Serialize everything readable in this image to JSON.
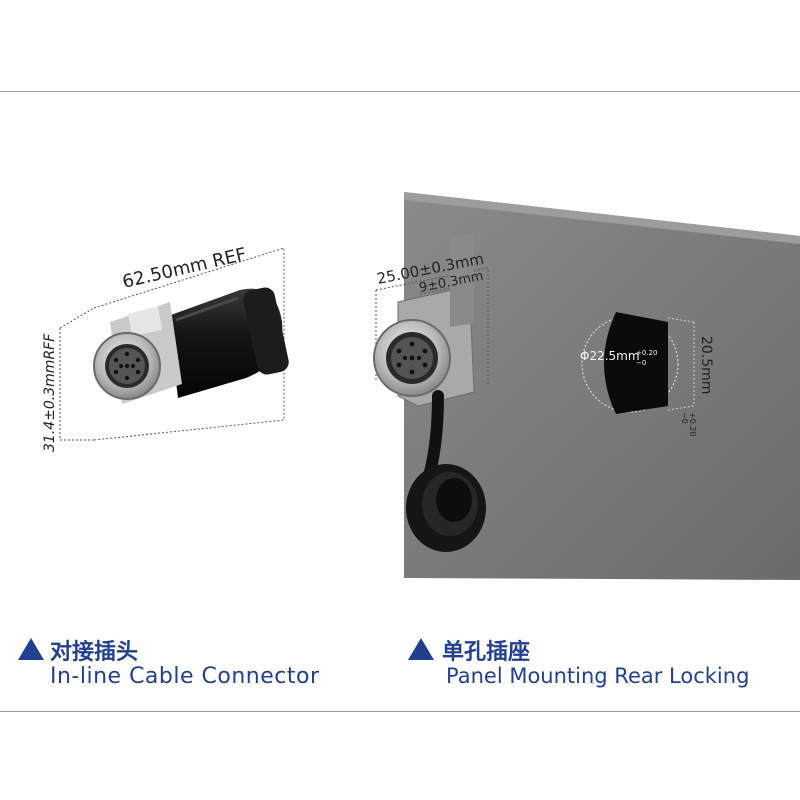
{
  "left_product": {
    "caption_cn": "对接插头",
    "caption_en": "In-line Cable Connector",
    "dim_length": "62.50mm REF",
    "dim_diameter": "31.4±0.3mmRFF"
  },
  "right_product": {
    "caption_cn": "单孔插座",
    "caption_en": "Panel Mounting Rear Locking",
    "dim_flange": "25.00±0.3mm",
    "dim_depth": "9±0.3mm",
    "cutout_diameter": "Φ22.5mm",
    "cutout_flat": "20.5mm",
    "tol_plus": "+0.20",
    "tol_minus": "−0"
  },
  "colors": {
    "caption": "#233f8f",
    "panel": "#7b7b7b",
    "cutout": "#0b0b0b"
  }
}
